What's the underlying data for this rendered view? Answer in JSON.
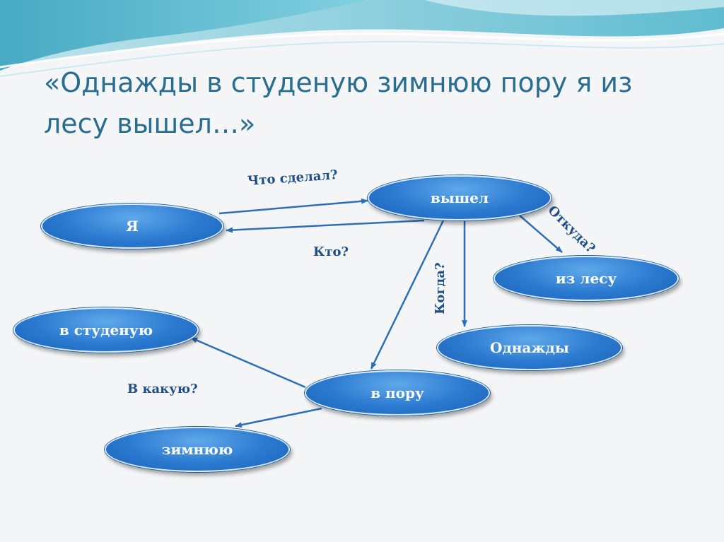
{
  "title": "«Однажды в студеную зимнюю пору я из лесу вышел…»",
  "nodes": {
    "ya": "Я",
    "vyshel": "вышел",
    "iz_lesu": "из лесу",
    "odnazhdy": "Однажды",
    "v_poru": "в пору",
    "v_studenuyu": "в студеную",
    "zimnyuyu": "зимнюю"
  },
  "questions": {
    "chto_sdelal": "Что сделал?",
    "kto": "Кто?",
    "otkuda": "Откуда?",
    "kogda": "Когда?",
    "v_kakuyu": "В какую?"
  },
  "colors": {
    "node_fill": "#2a79d0",
    "arrow": "#2c6fb6",
    "label": "#1e4f86",
    "title": "#2a6e8f"
  }
}
